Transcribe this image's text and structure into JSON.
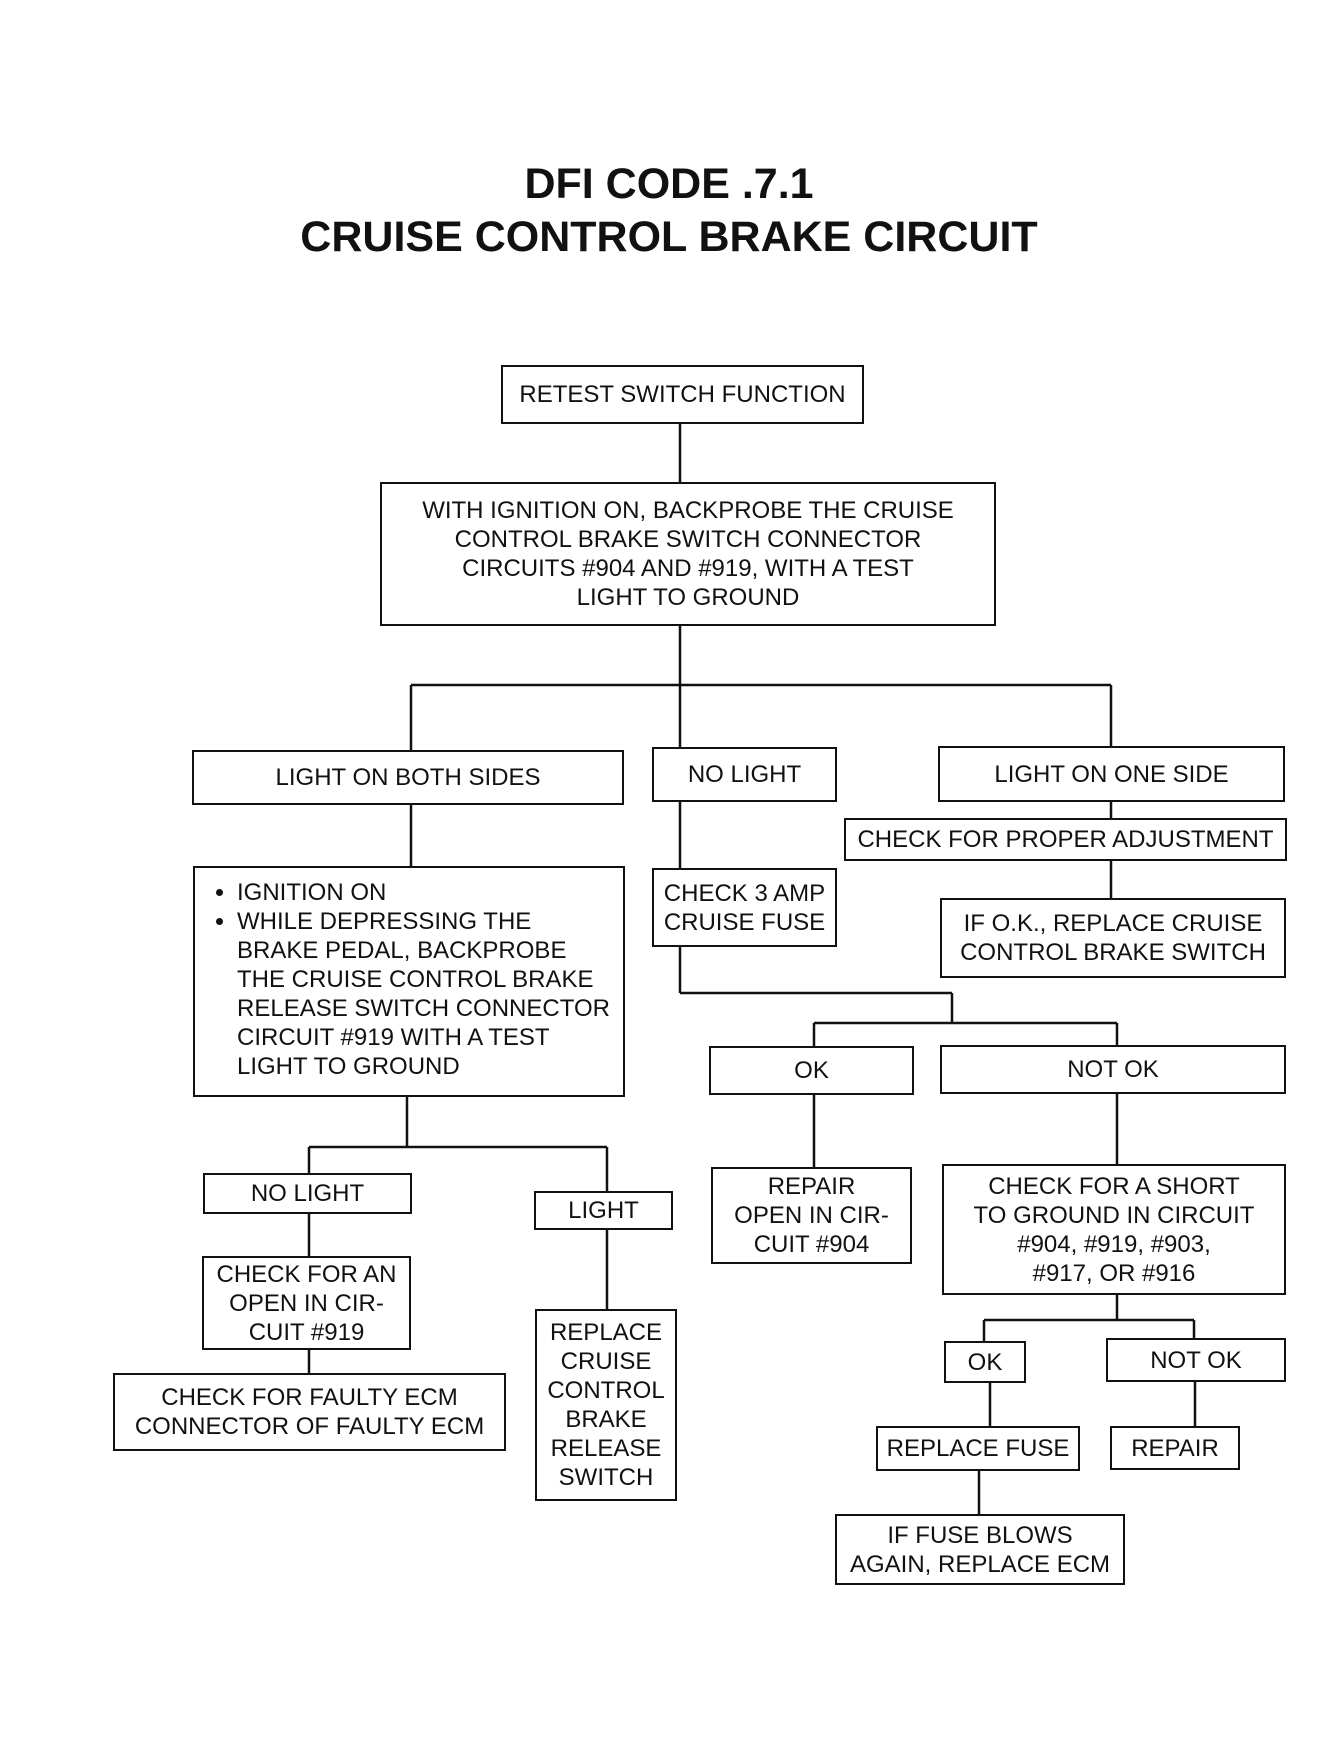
{
  "title": {
    "line1": "DFI CODE .7.1",
    "line2": "CRUISE CONTROL BRAKE CIRCUIT"
  },
  "nodes": {
    "retest": "RETEST SWITCH FUNCTION",
    "backprobe": "WITH IGNITION ON, BACKPROBE THE CRUISE\nCONTROL BRAKE SWITCH CONNECTOR\nCIRCUITS #904 AND #919, WITH A TEST\nLIGHT TO GROUND",
    "light_both_sides": "LIGHT ON BOTH SIDES",
    "no_light": "NO LIGHT",
    "light_one_side": "LIGHT ON ONE SIDE",
    "check_adjustment": "CHECK FOR PROPER ADJUSTMENT",
    "replace_brake_switch": "IF O.K., REPLACE CRUISE\nCONTROL BRAKE SWITCH",
    "ignition_steps": [
      "IGNITION ON",
      "WHILE DEPRESSING THE\nBRAKE PEDAL, BACKPROBE\nTHE CRUISE CONTROL BRAKE\nRELEASE SWITCH CONNECTOR\nCIRCUIT #919 WITH A TEST\nLIGHT TO GROUND"
    ],
    "check_fuse": "CHECK 3 AMP\nCRUISE FUSE",
    "fuse_ok": "OK",
    "fuse_not_ok": "NOT OK",
    "repair_904": "REPAIR\nOPEN IN CIR-\nCUIT #904",
    "check_short": "CHECK FOR A SHORT\nTO GROUND IN CIRCUIT\n#904, #919, #903,\n#917, OR #916",
    "short_ok": "OK",
    "short_not_ok": "NOT OK",
    "replace_fuse": "REPLACE FUSE",
    "repair": "REPAIR",
    "fuse_blows": "IF FUSE BLOWS\nAGAIN, REPLACE ECM",
    "release_no_light": "NO LIGHT",
    "release_light": "LIGHT",
    "check_open_919": "CHECK FOR AN\nOPEN IN CIR-\nCUIT #919",
    "check_ecm": "CHECK FOR FAULTY ECM\nCONNECTOR OF FAULTY ECM",
    "replace_release_switch": "REPLACE\nCRUISE\nCONTROL\nBRAKE\nRELEASE\nSWITCH"
  }
}
